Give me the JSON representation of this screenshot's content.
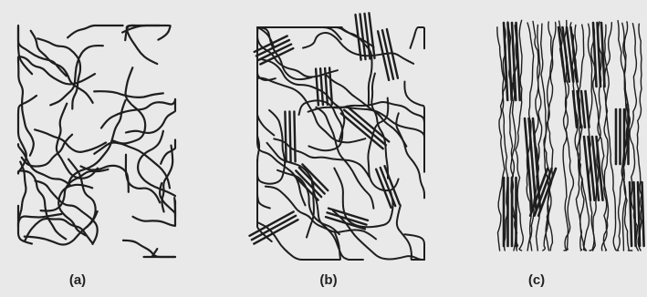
{
  "captions": {
    "a": "(a)",
    "b": "(b)",
    "c": "(c)"
  },
  "colors": {
    "background": "#e9e9ea",
    "line": "#1e1e1e"
  }
}
